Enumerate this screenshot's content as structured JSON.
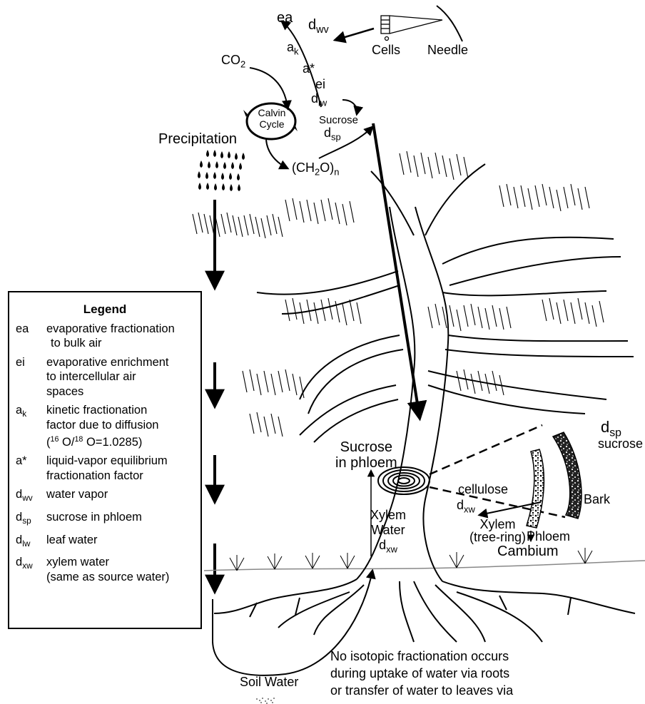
{
  "flow_labels": {
    "ea": "ea",
    "dwv_d": "d",
    "dwv_sub": "wv",
    "ak_a": "a",
    "ak_sub": "k",
    "astar": "a*",
    "ei": "ei",
    "dlw_d": "d",
    "dlw_sub": "lw",
    "co2": "CO",
    "co2_sub": "2",
    "cells": "Cells",
    "needle": "Needle",
    "calvin_line1": "Calvin",
    "calvin_line2": "Cycle",
    "sucrose": "Sucrose",
    "dsp_d": "d",
    "dsp_sub": "sp",
    "ch2o_pre": "(CH",
    "ch2o_sub2": "2",
    "ch2o_mid": "O)",
    "ch2o_subn": "n",
    "precipitation": "Precipitation"
  },
  "tree_labels": {
    "sucrose_phloem_line1": "Sucrose",
    "sucrose_phloem_line2": "in phloem",
    "xylem_water_line1": "Xylem",
    "xylem_water_line2": "Water",
    "dxw_d": "d",
    "dxw_sub": "xw",
    "dsp_right_d": "d",
    "dsp_right_sub": "sp",
    "sucrose_right": "sucrose",
    "cellulose": "cellulose",
    "dxw2_d": "d",
    "dxw2_sub": "xw",
    "bark": "Bark",
    "xylem_ring_line1": "Xylem",
    "xylem_ring_line2": "(tree-ring)",
    "phloem": "Phloem",
    "cambium": "Cambium",
    "soil_water": "Soil Water",
    "note_line1": "No isotopic fractionation occurs",
    "note_line2": "during uptake of water via roots",
    "note_line3": "or transfer of water to leaves via"
  },
  "legend": {
    "title": "Legend",
    "items": [
      {
        "sym": "ea",
        "sub": "",
        "desc1": "evaporative fractionation",
        "desc2": "to bulk air",
        "desc3": ""
      },
      {
        "sym": "ei",
        "sub": "",
        "desc1": "evaporative enrichment",
        "desc2": "to intercellular air",
        "desc3": "spaces"
      },
      {
        "sym": "a",
        "sub": "k",
        "desc1": "kinetic fractionation",
        "desc2": "factor due to diffusion",
        "desc3": ""
      },
      {
        "sym": "a*",
        "sub": "",
        "desc1": "liquid-vapor equilibrium",
        "desc2": "fractionation factor",
        "desc3": ""
      },
      {
        "sym": "d",
        "sub": "wv",
        "desc1": "water vapor",
        "desc2": "",
        "desc3": ""
      },
      {
        "sym": "d",
        "sub": "sp",
        "desc1": "sucrose in phloem",
        "desc2": "",
        "desc3": ""
      },
      {
        "sym": "d",
        "sub": "lw",
        "desc1": "leaf water",
        "desc2": "",
        "desc3": ""
      },
      {
        "sym": "d",
        "sub": "xw",
        "desc1": "xylem water",
        "desc2": "(same as source water)",
        "desc3": ""
      }
    ],
    "ratio": {
      "open": "(",
      "iso1": "16",
      "o1": " O/",
      "iso2": "18",
      "o2": " O=1.0285)"
    }
  }
}
